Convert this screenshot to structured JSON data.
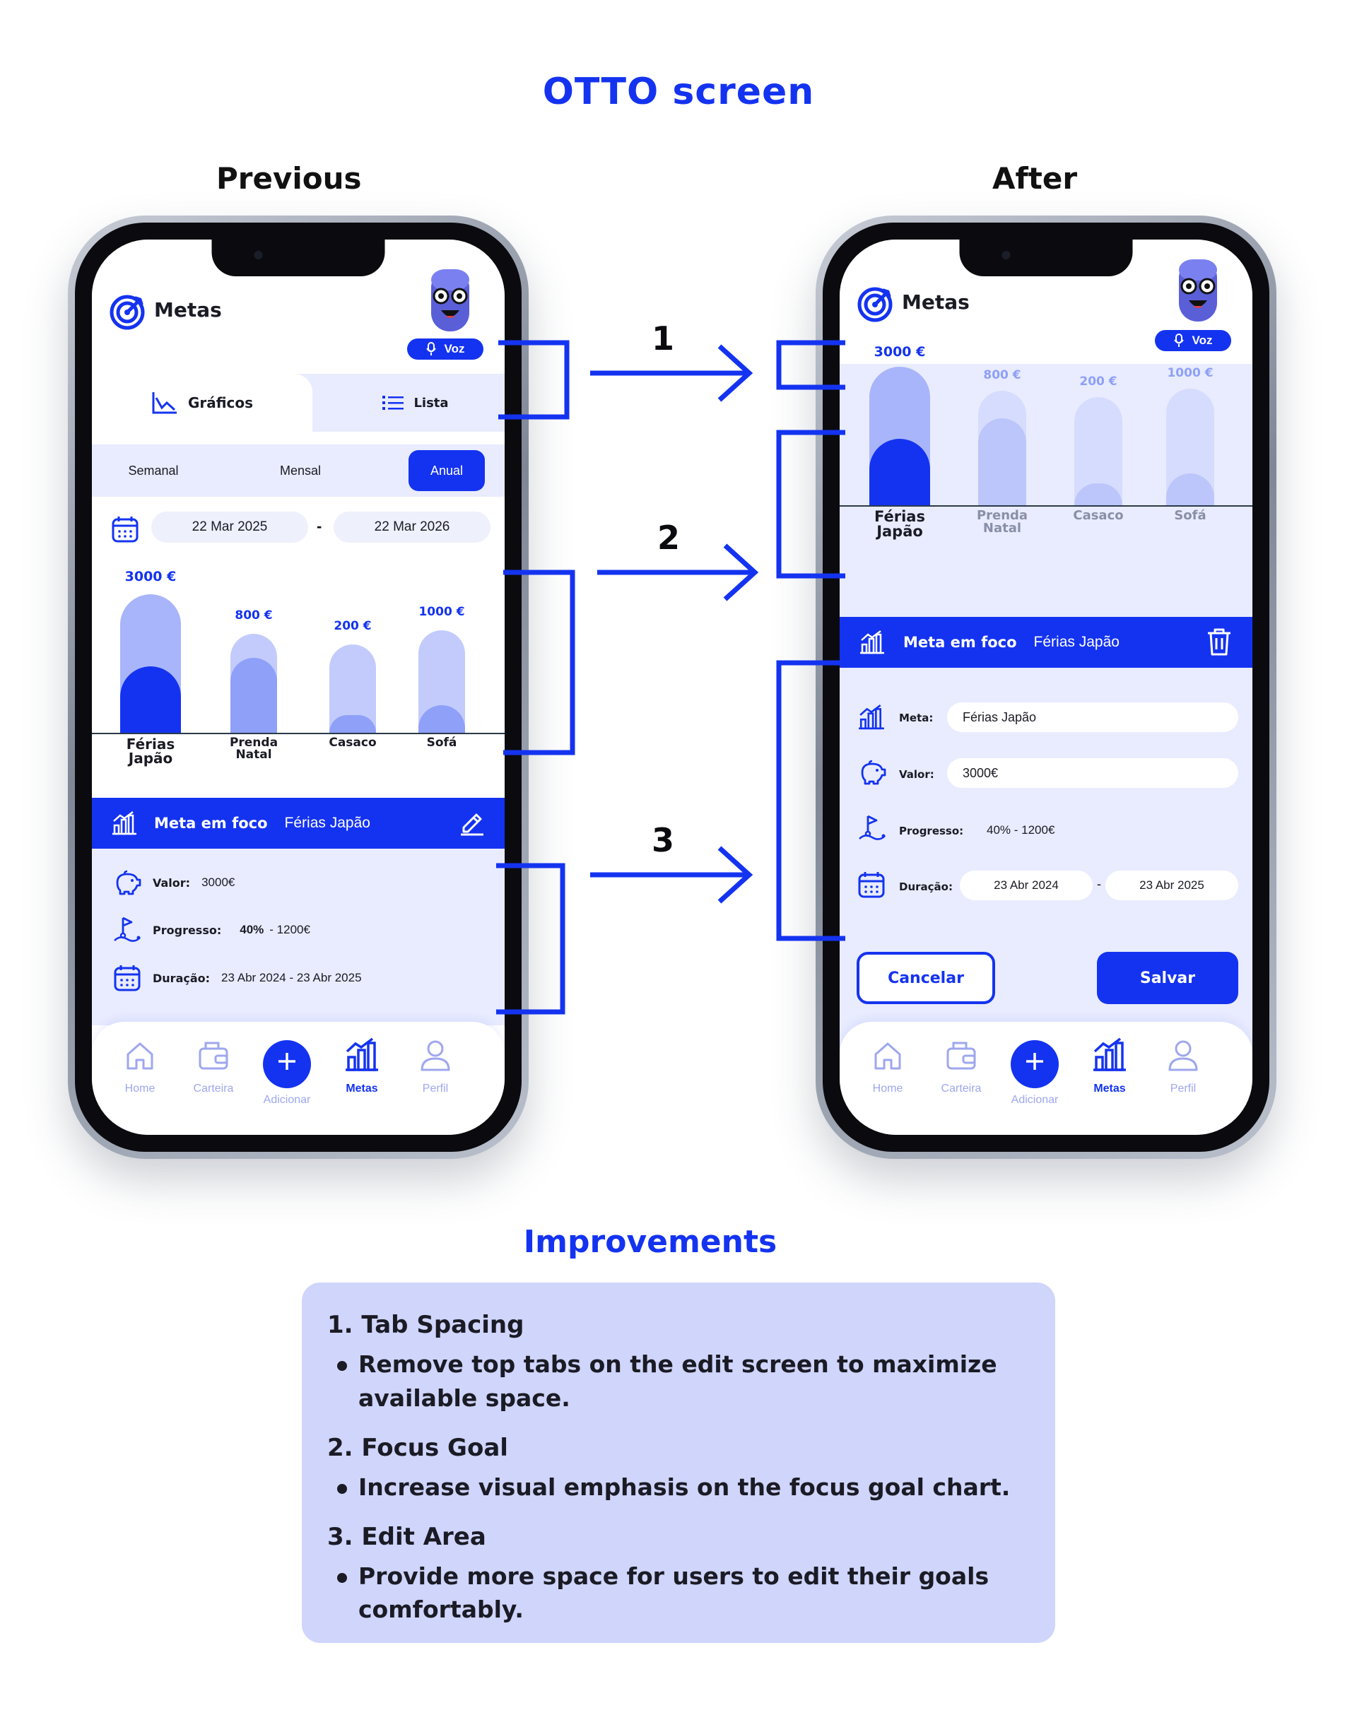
{
  "page": {
    "title": "OTTO screen",
    "previous_label": "Previous",
    "after_label": "After"
  },
  "colors": {
    "accent": "#1433f0",
    "light_panel": "#e9ecfe",
    "bar_light": "#c2cbfb",
    "bar_mid": "#8ea0f8"
  },
  "app": {
    "title": "Metas",
    "voice_label": "Voz",
    "logo_icon": "target-icon",
    "mascot_icon": "otto-mascot"
  },
  "previous": {
    "tabs": [
      {
        "label": "Gráficos",
        "icon": "line-chart-icon"
      },
      {
        "label": "Lista",
        "icon": "list-icon"
      }
    ],
    "periods": [
      "Semanal",
      "Mensal",
      "Anual"
    ],
    "selected_period": "Anual",
    "date_from": "22 Mar 2025",
    "date_separator": "-",
    "date_to": "22 Mar 2026",
    "focus": {
      "label": "Meta em foco",
      "name": "Férias Japão",
      "action_icon": "edit-icon"
    },
    "details": {
      "valor_label": "Valor:",
      "valor": "3000€",
      "progresso_label": "Progresso:",
      "progresso_pct": "40%",
      "progresso_rest": "- 1200€",
      "duracao_label": "Duração:",
      "duracao": "23 Abr 2024 - 23 Abr 2025"
    }
  },
  "after": {
    "focus": {
      "label": "Meta em foco",
      "name": "Férias Japão",
      "action_icon": "trash-icon"
    },
    "fields": {
      "meta_label": "Meta:",
      "meta": "Férias Japão",
      "valor_label": "Valor:",
      "valor": "3000€",
      "progresso_label": "Progresso:",
      "progresso": "40% - 1200€",
      "duracao_label": "Duração:",
      "duracao_from": "23 Abr 2024",
      "duracao_sep": "-",
      "duracao_to": "23 Abr 2025"
    },
    "cancel_label": "Cancelar",
    "save_label": "Salvar"
  },
  "nav": [
    {
      "label": "Home",
      "icon": "home-icon"
    },
    {
      "label": "Carteira",
      "icon": "wallet-icon"
    },
    {
      "label": "Adicionar",
      "icon": "plus-icon"
    },
    {
      "label": "Metas",
      "icon": "bar-chart-icon",
      "active": true
    },
    {
      "label": "Perfil",
      "icon": "user-icon"
    }
  ],
  "chart_data": {
    "type": "bar",
    "categories": [
      "Férias Japão",
      "Prenda Natal",
      "Casaco",
      "Sofá"
    ],
    "category_lines": [
      [
        "Férias",
        "Japão"
      ],
      [
        "Prenda",
        "Natal"
      ],
      [
        "Casaco"
      ],
      [
        "Sofá"
      ]
    ],
    "value_labels": [
      "3000 €",
      "800 €",
      "200 €",
      "1000 €"
    ],
    "targets": [
      3000,
      800,
      200,
      1000
    ],
    "progress_fraction": [
      0.48,
      0.76,
      0.2,
      0.27
    ],
    "focus_index": 0
  },
  "annotations": [
    "1",
    "2",
    "3"
  ],
  "improvements": {
    "title": "Improvements",
    "items": [
      {
        "heading": "1. Tab Spacing",
        "bullet": "Remove top tabs on the edit screen to maximize available space."
      },
      {
        "heading": "2. Focus Goal",
        "bullet": "Increase visual emphasis on the focus goal chart."
      },
      {
        "heading": "3. Edit Area",
        "bullet": "Provide more space for users to edit their goals comfortably."
      }
    ]
  }
}
